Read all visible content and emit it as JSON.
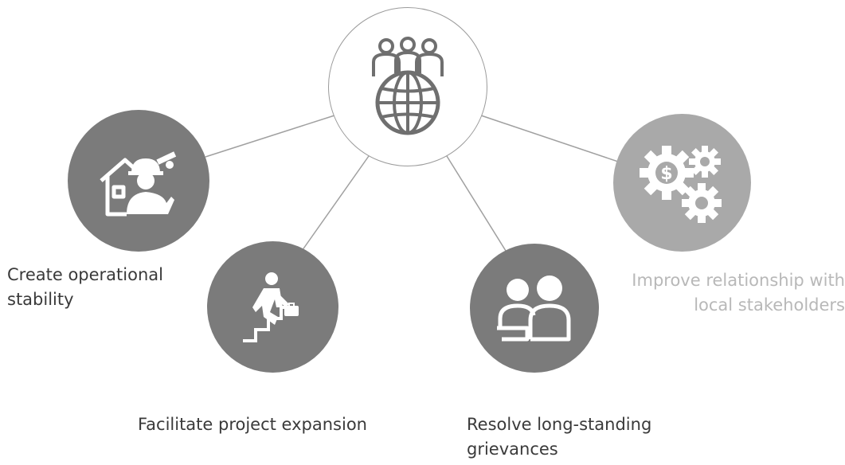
{
  "diagram": {
    "center": {
      "icon": "globe-with-people-icon"
    },
    "nodes": [
      {
        "id": "n1",
        "icon": "worker-house-icon",
        "label": "Create operational stability"
      },
      {
        "id": "n2",
        "icon": "businessman-stairs-icon",
        "label": "Facilitate project expansion"
      },
      {
        "id": "n3",
        "icon": "meeting-people-icon",
        "label": "Resolve long-standing grievances"
      },
      {
        "id": "n4",
        "icon": "dollar-gears-icon",
        "label": "Improve relationship with local stakeholders"
      }
    ]
  },
  "colors": {
    "node_dark": "#7b7b7b",
    "node_light": "#a9a9a9",
    "connector": "#a0a0a0",
    "label_dark": "#3a3a3a",
    "label_light": "#b8b8b8"
  }
}
